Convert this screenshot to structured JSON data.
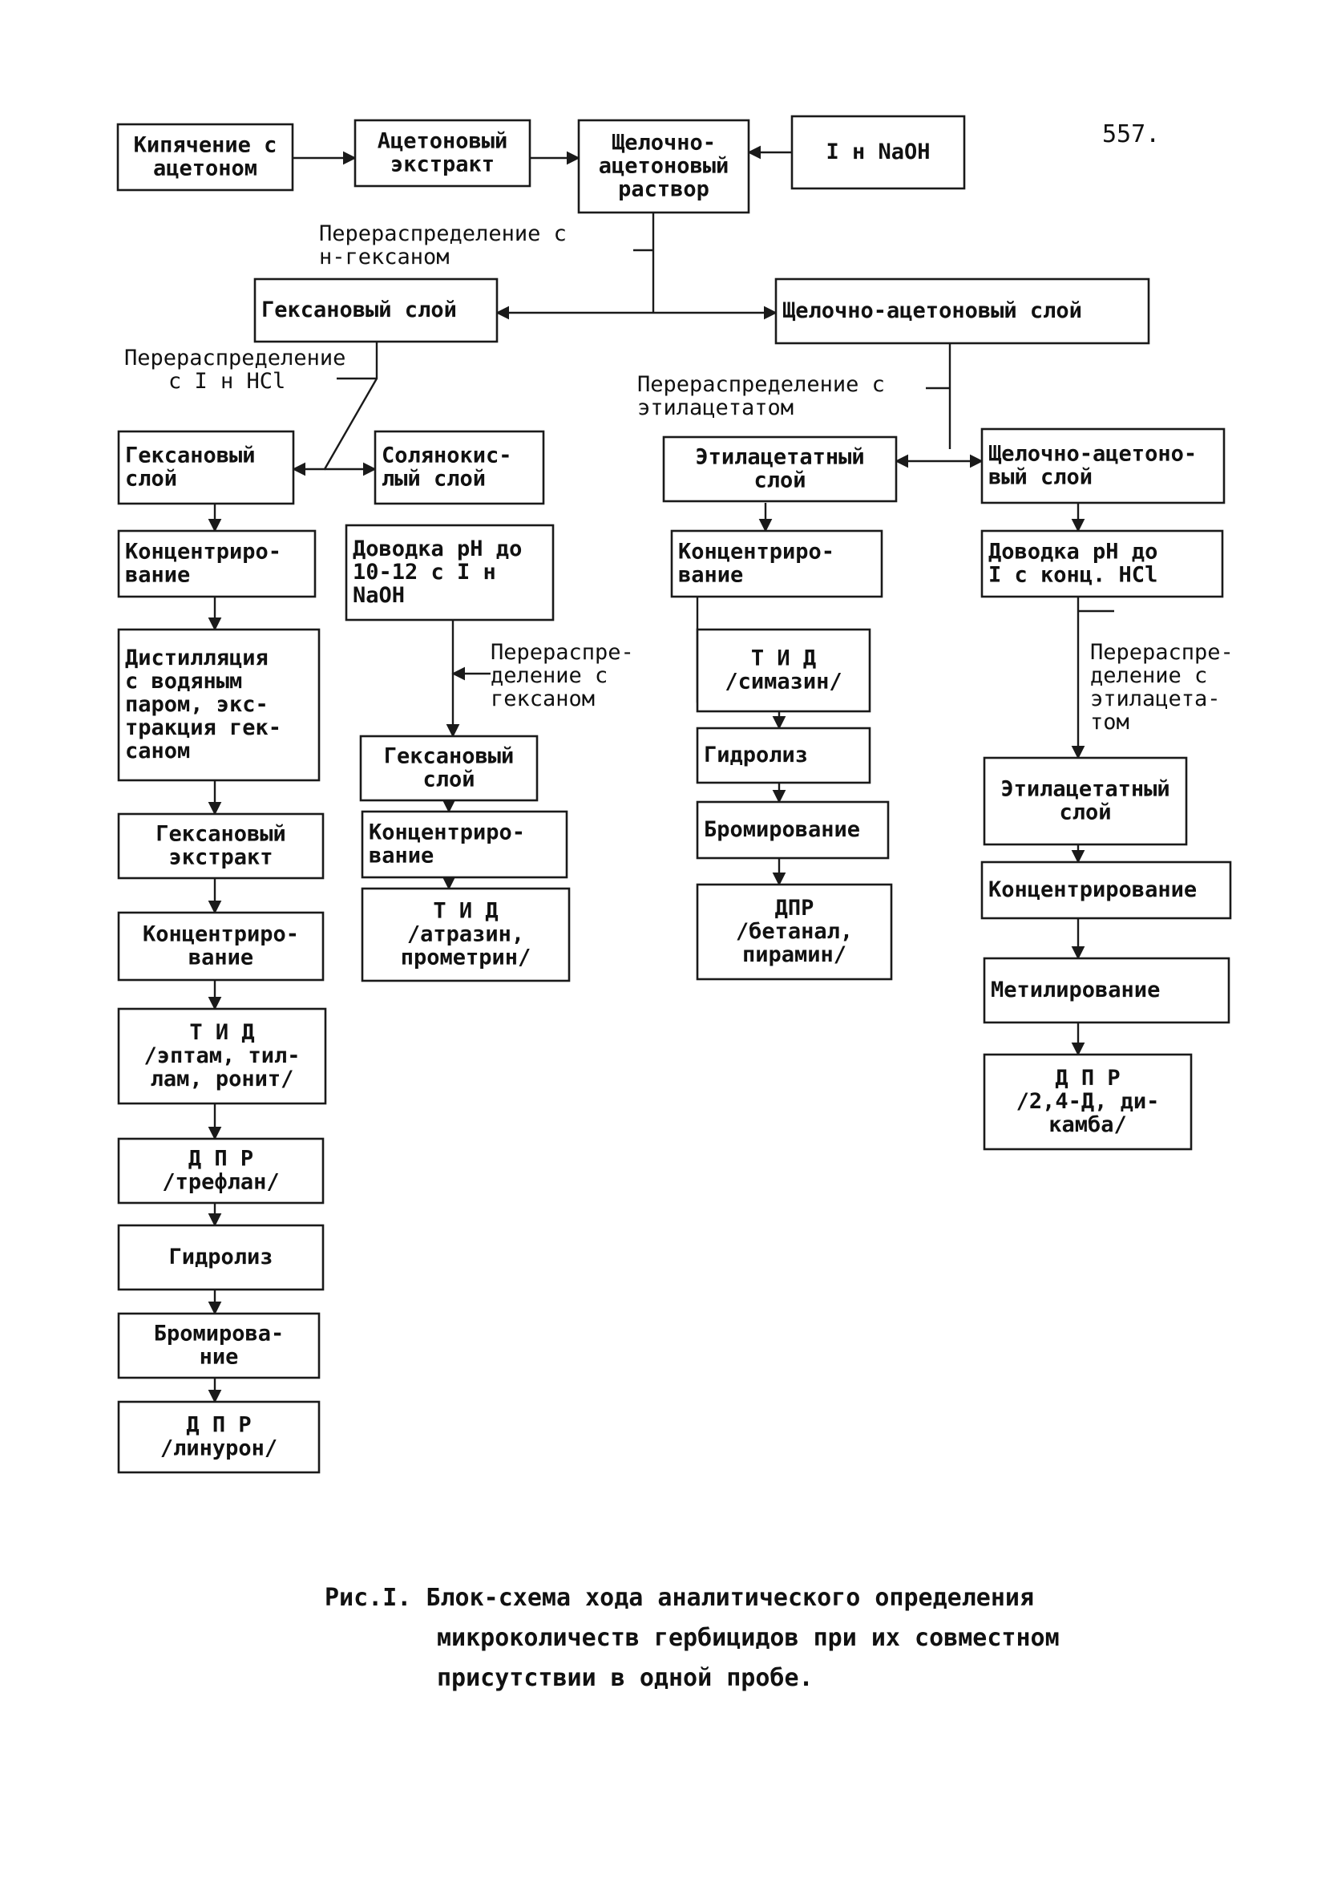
{
  "page_number": "557.",
  "nodes": {
    "n1": [
      "Кипячение с",
      "ацетоном"
    ],
    "n2": [
      "Ацетоновый",
      "экстракт"
    ],
    "n3": [
      "Щелочно-",
      "ацетоновый",
      "раствор"
    ],
    "n4": [
      "I н NaOH"
    ],
    "n5": [
      "Гексановый слой"
    ],
    "n6": [
      "Щелочно-ацетоновый слой"
    ],
    "n7": [
      "Гексановый",
      "слой"
    ],
    "n8": [
      "Солянокис-",
      "лый слой"
    ],
    "n9": [
      "Этилацетатный",
      "слой"
    ],
    "n10": [
      "Щелочно-ацетоно-",
      "вый слой"
    ],
    "n11": [
      "Концентриро-",
      "вание"
    ],
    "n12": [
      "Доводка pH до",
      "10-12 с I н",
      "NaOH"
    ],
    "n13": [
      "Концентриро-",
      "вание"
    ],
    "n14": [
      "Доводка pH до",
      "I с конц. HCl"
    ],
    "n15": [
      "Дистилляция",
      "с водяным",
      "паром, экс-",
      "тракция гек-",
      "саном"
    ],
    "n16": [
      "Т И Д",
      "/симазин/"
    ],
    "n17": [
      "Гексановый",
      "слой"
    ],
    "n18": [
      "Гидролиз"
    ],
    "n19": [
      "Гексановый",
      "экстракт"
    ],
    "n20": [
      "Концентриро-",
      "вание"
    ],
    "n21": [
      "Бромирование"
    ],
    "n22": [
      "Этилацетатный",
      "слой"
    ],
    "n23": [
      "Т И Д",
      "/атразин,",
      "прометрин/"
    ],
    "n24": [
      "ДПР",
      "/бетанал,",
      "пирамин/"
    ],
    "n25": [
      "Концентрирование"
    ],
    "n26": [
      "Концентриро-",
      "вание"
    ],
    "n27": [
      "Метилирование"
    ],
    "n28": [
      "Т И Д",
      "/эптам, тил-",
      "лам, ронит/"
    ],
    "n29": [
      "Д П Р",
      "/2,4-Д, ди-",
      "камба/"
    ],
    "n30": [
      "Д П Р",
      "/трефлан/"
    ],
    "n31": [
      "Гидролиз"
    ],
    "n32": [
      "Бромирова-",
      "ние"
    ],
    "n33": [
      "Д П Р",
      "/линурон/"
    ]
  },
  "labels": {
    "l1": [
      "Перераспределение с",
      "н-гексаном"
    ],
    "l2": [
      "Перераспределение",
      "с I н HCl"
    ],
    "l3": [
      "Перераспределение с",
      "этилацетатом"
    ],
    "l4": [
      "Перераспре-",
      "деление с",
      "гексаном"
    ],
    "l5": [
      "Перераспре-",
      "деление с",
      "этилацета-",
      "том"
    ]
  },
  "caption": {
    "line1": "Рис.I. Блок-схема хода аналитического определения",
    "line2": "микроколичеств гербицидов при их совместном",
    "line3": "присутствии в одной пробе."
  }
}
